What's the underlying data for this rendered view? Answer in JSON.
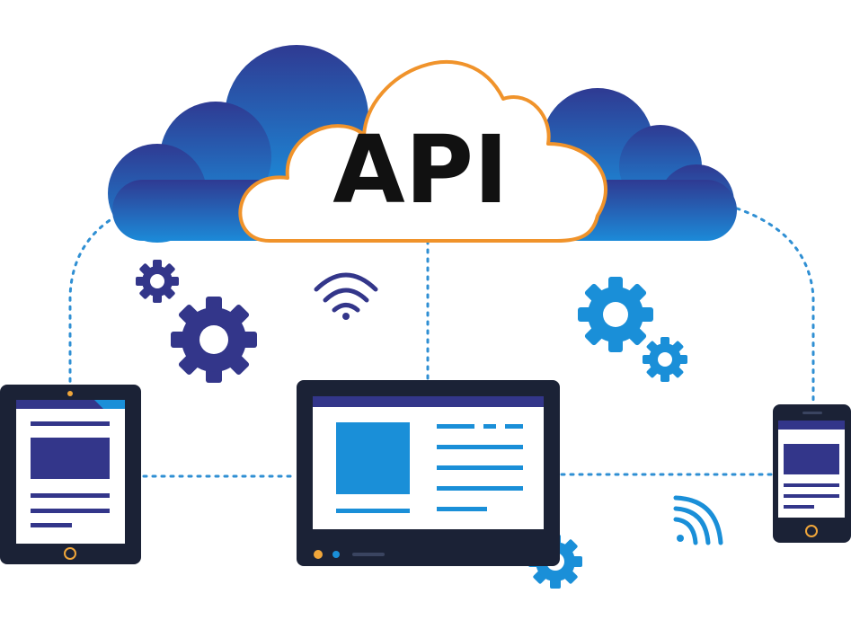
{
  "cloud": {
    "label": "API"
  },
  "colors": {
    "cloud_blue_dark": "#2b3a8c",
    "cloud_blue_light": "#1e88d6",
    "cloud_outline": "#f0932b",
    "device_frame": "#1b2236",
    "accent_blue": "#1a8fd8",
    "accent_navy": "#33368a",
    "connector": "#2f8fd3",
    "button_ring": "#f0a63a",
    "white": "#ffffff"
  },
  "icons": {
    "wifi": "wifi-icon",
    "signal": "signal-waves-icon",
    "gears_left": "gear-icon",
    "gears_right": "gear-icon"
  },
  "devices": [
    "tablet",
    "laptop",
    "smartphone"
  ]
}
